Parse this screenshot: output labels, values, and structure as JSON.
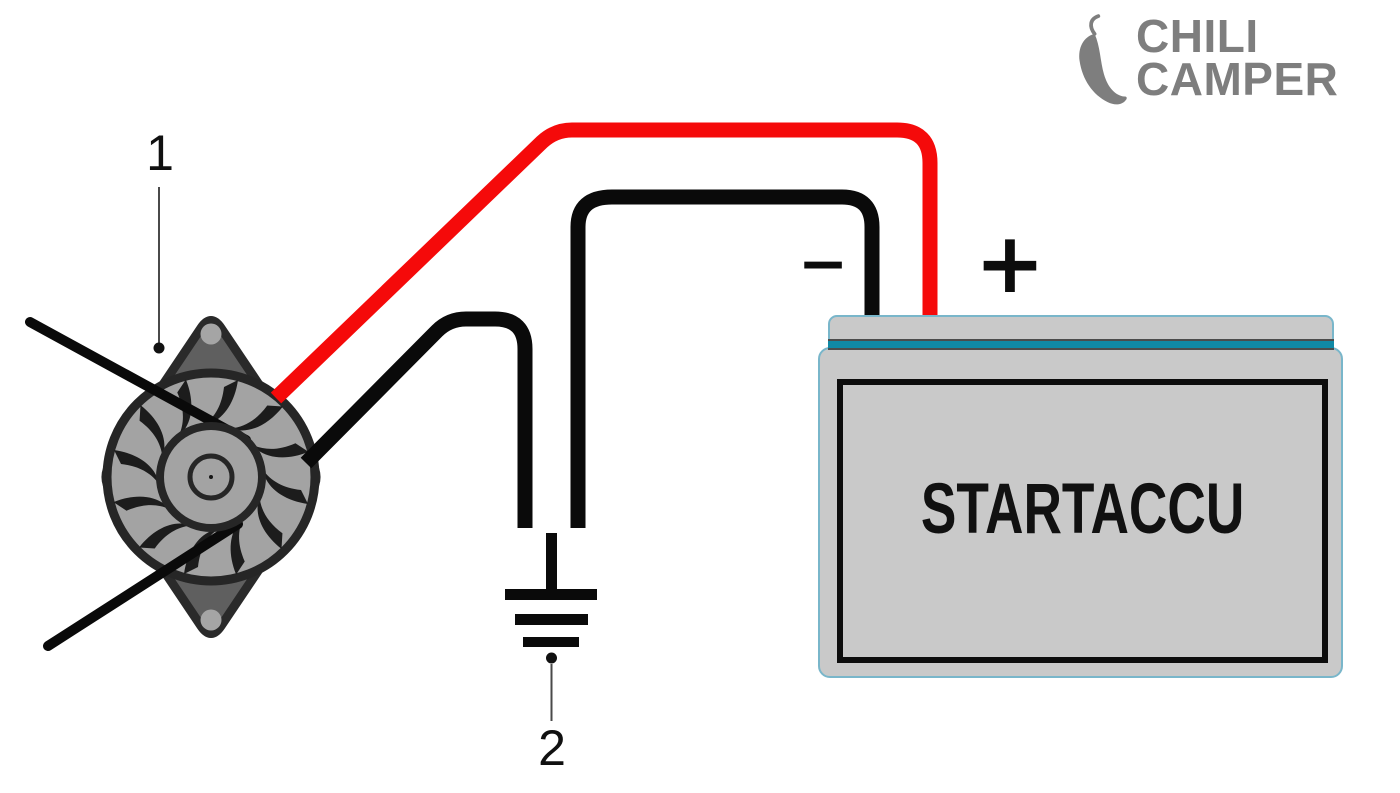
{
  "logo": {
    "brand_line1": "CHILI",
    "brand_line2": "CAMPER",
    "pepper_icon": "chili-pepper"
  },
  "diagram": {
    "callout_1": "1",
    "callout_2": "2"
  },
  "battery": {
    "label": "STARTACCU",
    "negative_terminal": "−",
    "positive_terminal": "+"
  },
  "colors": {
    "wire-red": "#f50a0a",
    "ink": "#0a0a0a",
    "alt-body": "#5f5f5f",
    "alt-stroke": "#2a2a2a",
    "alt-face": "#a3a3a3",
    "alt-hole": "#a5a5a5",
    "blade": "#1c1c1c",
    "battery-gray": "#c9c9c9",
    "battery-border": "#79b6ca",
    "battery-stripe": "#1089a6",
    "stripe-edge": "#4c4c4c",
    "logo-gray": "#7e7e7e",
    "leader": "#4a4a4a",
    "text-dark": "#111111"
  }
}
